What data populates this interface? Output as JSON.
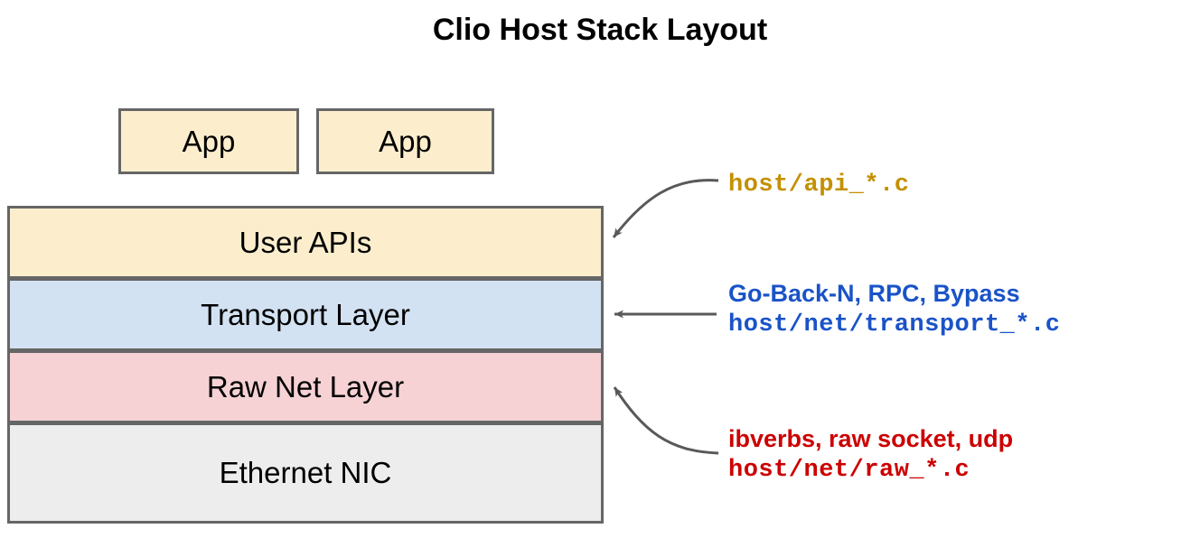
{
  "title": "Clio Host Stack Layout",
  "apps": [
    {
      "label": "App"
    },
    {
      "label": "App"
    }
  ],
  "stack": {
    "layers": [
      {
        "label": "User APIs",
        "fill": "#fceecd"
      },
      {
        "label": "Transport Layer",
        "fill": "#d3e2f2"
      },
      {
        "label": "Raw Net Layer",
        "fill": "#f6d2d5"
      },
      {
        "label": "Ethernet NIC",
        "fill": "#ededed"
      }
    ],
    "border_color": "#666666"
  },
  "annotations": [
    {
      "target": "User APIs",
      "heading": "",
      "path": "host/api_*.c",
      "color": "#c49000",
      "arrow": "curved"
    },
    {
      "target": "Transport Layer",
      "heading": "Go-Back-N, RPC, Bypass",
      "path": "host/net/transport_*.c",
      "color": "#1a53c8",
      "arrow": "straight"
    },
    {
      "target": "Raw Net Layer",
      "heading": "ibverbs, raw socket, udp",
      "path": "host/net/raw_*.c",
      "color": "#cc0000",
      "arrow": "curved"
    }
  ],
  "arrow_color": "#595959"
}
